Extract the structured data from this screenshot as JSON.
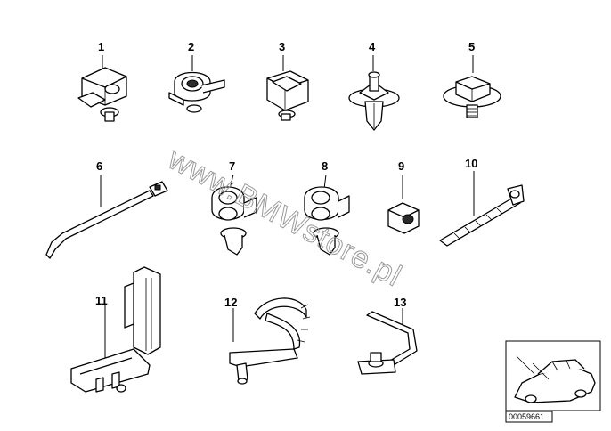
{
  "diagram": {
    "callouts": [
      "1",
      "2",
      "3",
      "4",
      "5",
      "6",
      "7",
      "8",
      "9",
      "10",
      "11",
      "12",
      "13"
    ],
    "watermark": "www.BMWstore.pl",
    "reference_code": "00059661"
  }
}
